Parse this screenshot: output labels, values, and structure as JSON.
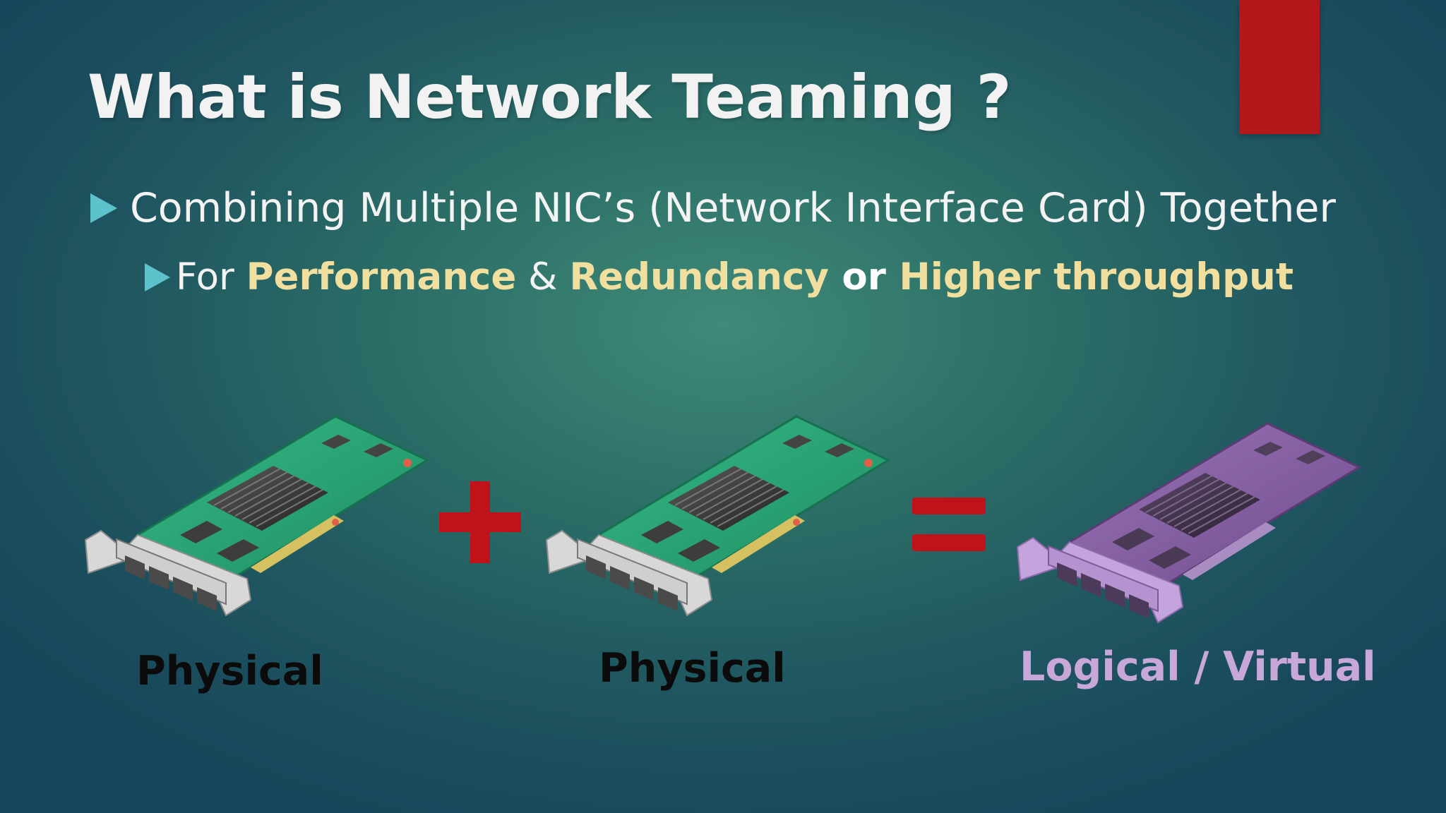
{
  "slide": {
    "title": "What is Network Teaming ?",
    "bullet1": "Combining Multiple NIC’s (Network Interface Card) Together",
    "bullet2": {
      "prefix": "For ",
      "term1": "Performance",
      "sep1": " & ",
      "term2": "Redundancy",
      "sep2": " or ",
      "term3": "Higher throughput"
    },
    "labels": {
      "card1": "Physical",
      "card2": "Physical",
      "card3": "Logical / Virtual"
    }
  },
  "colors": {
    "accent_bar": "#b3171a",
    "highlight": "#f1dfa0",
    "operator": "#c0121b",
    "virtual_label": "#c8a8d8",
    "physical_card": "#2aa678",
    "virtual_card": "#8a5fa6"
  },
  "icons": [
    "nic-card-icon",
    "plus-icon",
    "equals-icon"
  ]
}
